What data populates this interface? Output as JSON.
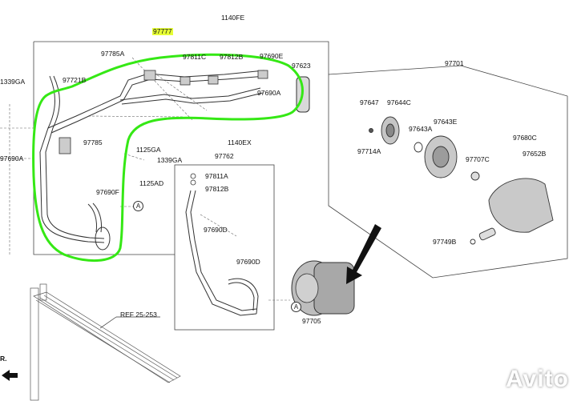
{
  "diagram": {
    "highlight_color": "#35e815",
    "highlight_label_color": "#e6ff36",
    "left_assembly": {
      "main_label": "97777",
      "labels": [
        "1140FE",
        "97785A",
        "97811C",
        "97812B",
        "97690E",
        "97623",
        "1339GA",
        "97721B",
        "97690A",
        "1140EX",
        "97785",
        "1125GA",
        "97690A",
        "1339GA",
        "97811A",
        "97812B",
        "1125AD",
        "97690F",
        "97690D",
        "97690D",
        "97705"
      ],
      "sub_box_label": "97762"
    },
    "compressor_assembly": {
      "main_label": "97701",
      "labels": [
        "97647",
        "97644C",
        "97643A",
        "97643E",
        "97714A",
        "97680C",
        "97652B",
        "97707C",
        "97749B"
      ]
    },
    "callouts": [
      "A",
      "A"
    ],
    "reference": "REF 25-253",
    "edge_text": "R.",
    "watermark": "Avito"
  }
}
